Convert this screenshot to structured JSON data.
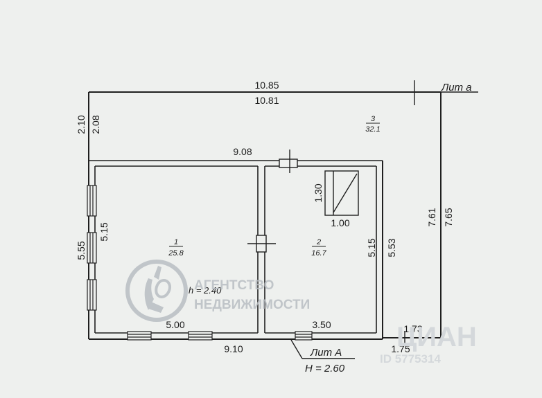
{
  "plan": {
    "dims": {
      "top_outer": "10.85",
      "top_inner": "10.81",
      "left_outer_top": "2.10",
      "left_inner_top": "2.08",
      "partition_width": "9.08",
      "left_outer_main": "5.55",
      "room1_height": "5.15",
      "room2_height": "5.15",
      "room2_right": "5.53",
      "right_inner": "7.61",
      "right_outer": "7.65",
      "room1_bottom": "5.00",
      "room2_bottom": "3.50",
      "bottom_total": "9.10",
      "step_inner": "1.73",
      "step_outer": "1.75",
      "stove_h": "1.30",
      "stove_w": "1.00"
    },
    "rooms": [
      {
        "num": "1",
        "area": "25.8"
      },
      {
        "num": "2",
        "area": "16.7"
      },
      {
        "num": "3",
        "area": "32.1"
      }
    ],
    "ceiling_height": "h = 2.40",
    "lit_small": "Лит а",
    "lit_main": "Лит А",
    "lit_main_height": "H = 2.60"
  },
  "watermark": {
    "line1": "АГЕНТСТВО",
    "line2": "НЕДВИЖИМОСТИ",
    "corner_brand": "ЦИАН",
    "corner_id": "ID 5775314",
    "logo_icon": "hand-gesture-icon"
  }
}
